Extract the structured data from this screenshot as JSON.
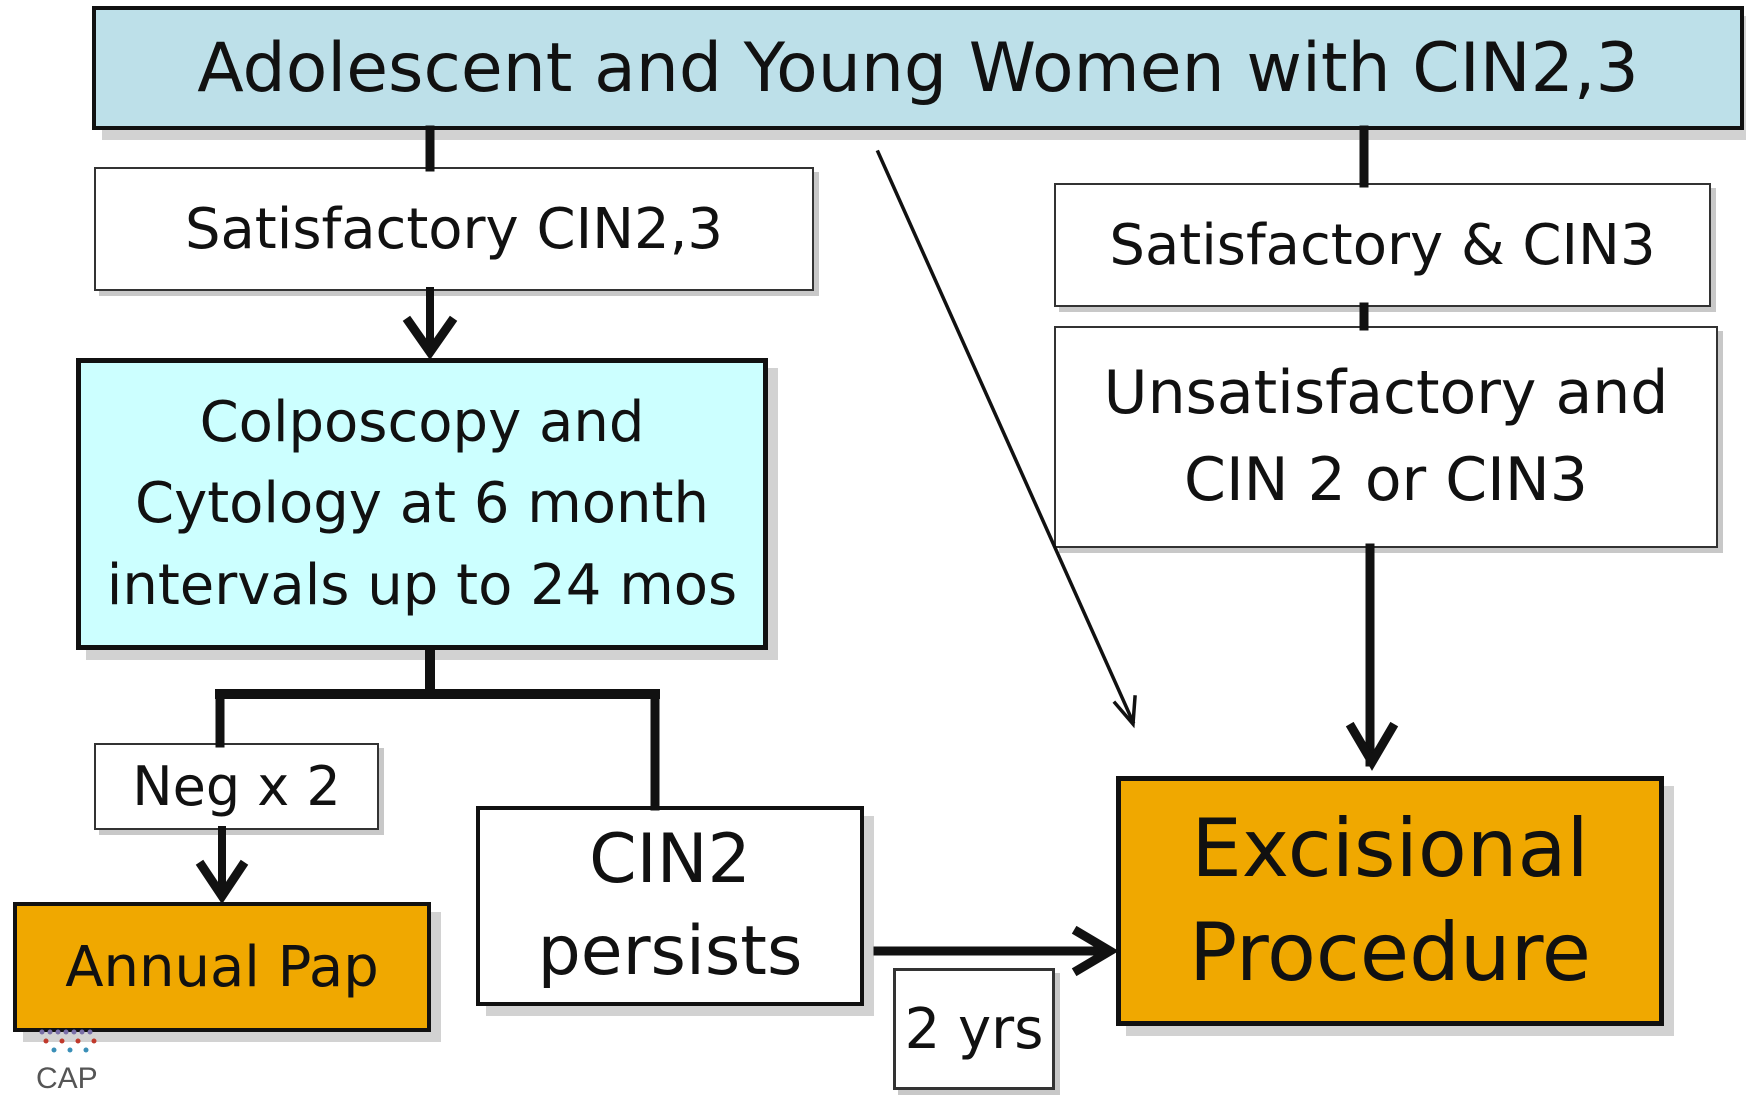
{
  "title": "Adolescent and Young Women with CIN2,3",
  "nodes": {
    "satisfactory_cin23": "Satisfactory CIN2,3",
    "colposcopy": "Colposcopy and\nCytology at 6 month\nintervals up to 24 mos",
    "neg_x2": "Neg x 2",
    "annual_pap": "Annual Pap",
    "cin2_persists": "CIN2\npersists",
    "satisfactory_cin3": "Satisfactory & CIN3",
    "unsatisfactory": "Unsatisfactory and\nCIN 2 or CIN3",
    "excisional": "Excisional\nProcedure",
    "two_years": "2 yrs"
  },
  "logo": {
    "text": "CAP"
  },
  "colors": {
    "title_fill": "#bde0e9",
    "colposcopy_fill": "#ccffff",
    "outcome_fill": "#f0a800",
    "line": "#111111"
  }
}
